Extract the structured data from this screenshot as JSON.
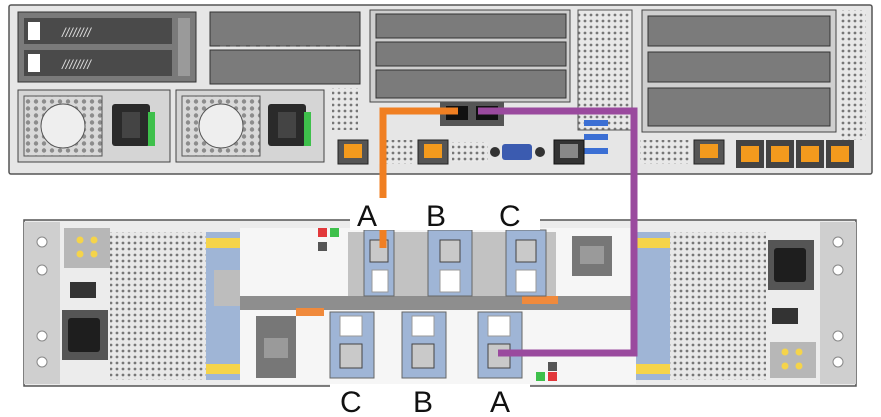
{
  "labels": {
    "top": {
      "a": "A",
      "b": "B",
      "c": "C"
    },
    "bottom": {
      "c": "C",
      "b": "B",
      "a": "A"
    }
  },
  "colors": {
    "cable_orange": "#f07f22",
    "cable_purple": "#9a4a9e",
    "chassis": "#e6e6e6",
    "panel_dark": "#6e6e6e",
    "module_blue": "#9fb5d6",
    "stripe_yellow": "#f5d44a",
    "port_orange": "#f39a1d",
    "led_green": "#3ec04b",
    "led_red": "#e2383b"
  }
}
